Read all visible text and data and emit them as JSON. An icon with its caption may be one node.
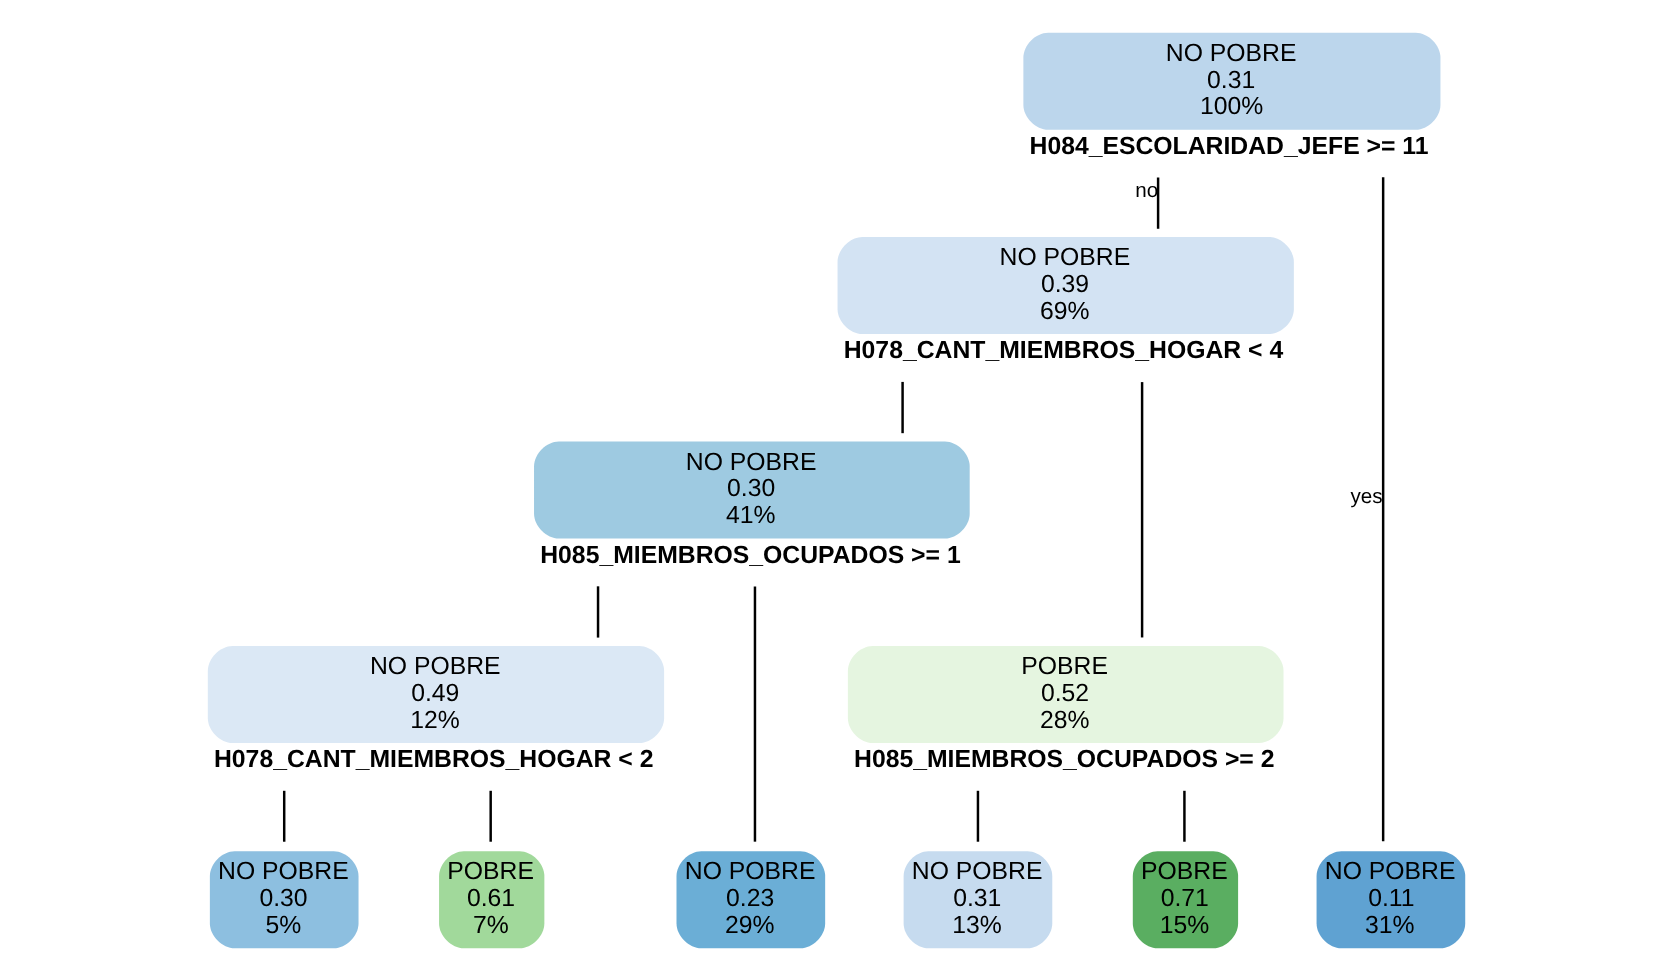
{
  "diagram": {
    "nodes": [
      {
        "text": [
          "NO POBRE",
          "0.31",
          "100%"
        ],
        "beside": [
          "H084_ESCOLARIDAD_JEFE >= 11"
        ]
      },
      {
        "text": [
          "NO POBRE",
          "0.39",
          "69%"
        ],
        "beside": [
          "H078_CANT_MIEMBROS_HOGAR < 4"
        ]
      },
      {
        "text": [
          "NO POBRE",
          "0.30",
          "41%"
        ],
        "beside": [
          "H085_MIEMBROS_OCUPADOS >= 1"
        ]
      },
      {
        "text": [
          "POBRE",
          "0.52",
          "28%"
        ],
        "beside": [
          "H085_MIEMBROS_OCUPADOS >= 2"
        ]
      },
      {
        "text": [
          "NO POBRE",
          "0.49",
          "12%"
        ],
        "beside": [
          "H078_CANT_MIEMBROS_HOGAR < 2"
        ]
      },
      {
        "text": [
          "NO POBRE",
          "0.11",
          "31%"
        ]
      },
      {
        "text": [
          "NO POBRE",
          "0.23",
          "29%"
        ]
      },
      {
        "text": [
          "NO POBRE",
          "0.30",
          "5%"
        ]
      },
      {
        "text": [
          "POBRE",
          "0.61",
          "7%"
        ]
      },
      {
        "text": [
          "NO POBRE",
          "0.31",
          "13%"
        ]
      },
      {
        "text": [
          "POBRE",
          "0.71",
          "15%"
        ]
      }
    ],
    "edges": [
      {
        "from": 0,
        "to": 5,
        "arrow": "none",
        "label": "yes"
      },
      {
        "from": 0,
        "to": 1,
        "arrow": "none",
        "label": "no"
      },
      {
        "from": 1,
        "to": 2,
        "arrow": "none"
      },
      {
        "from": 1,
        "to": 3,
        "arrow": "none"
      },
      {
        "from": 2,
        "to": 6,
        "arrow": "none"
      },
      {
        "from": 2,
        "to": 4,
        "arrow": "none"
      },
      {
        "from": 4,
        "to": 7,
        "arrow": "none"
      },
      {
        "from": 4,
        "to": 8,
        "arrow": "none"
      },
      {
        "from": 3,
        "to": 9,
        "arrow": "none"
      },
      {
        "from": 3,
        "to": 10,
        "arrow": "none"
      }
    ]
  }
}
